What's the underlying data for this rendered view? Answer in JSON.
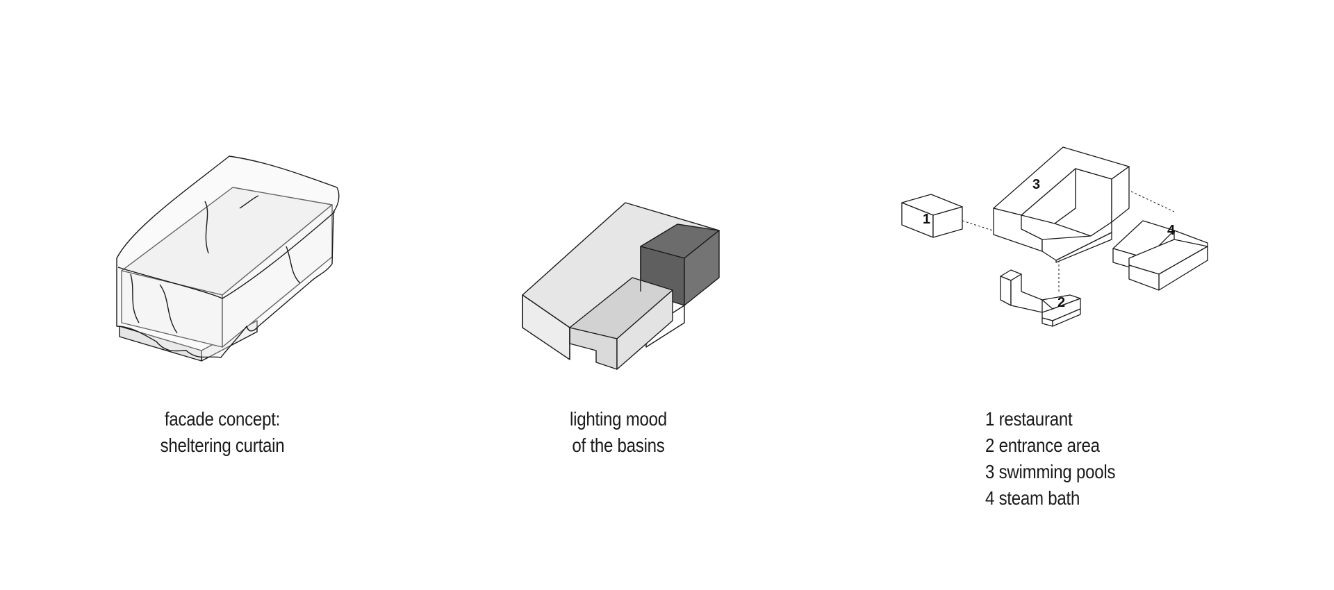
{
  "captions": {
    "facade": [
      "facade concept:",
      "sheltering curtain"
    ],
    "lighting": [
      "lighting mood",
      "of the basins"
    ],
    "legend": [
      "1 restaurant",
      "2 entrance area",
      "3 swimming pools",
      "4 steam bath"
    ]
  },
  "diagram_labels": {
    "n1": "1",
    "n2": "2",
    "n3": "3",
    "n4": "4"
  },
  "colors": {
    "line": "#1a1a1a",
    "light_fill": "#ececec",
    "mid_fill": "#d6d6d6",
    "dark_fill": "#6e6e6e",
    "white": "#ffffff"
  }
}
